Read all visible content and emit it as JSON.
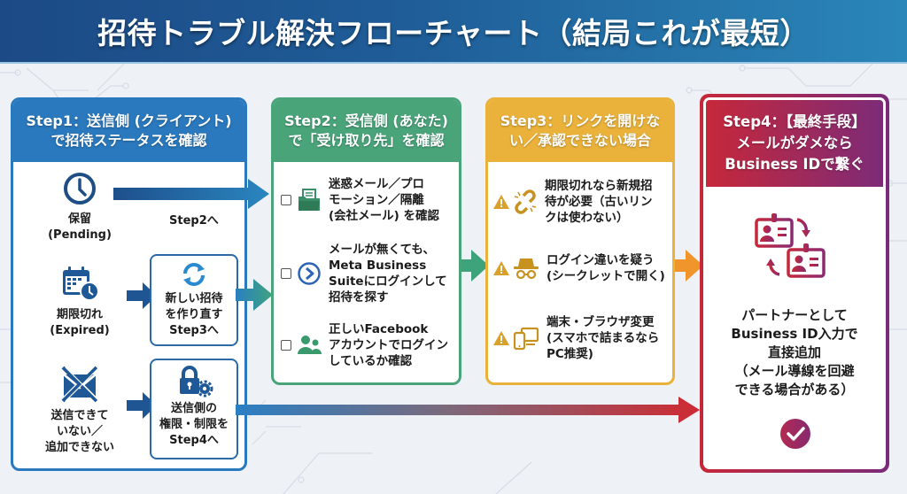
{
  "title": "招待トラブル解決フローチャート（結局これが最短）",
  "colors": {
    "step1": "#2a78bd",
    "step2": "#4aa47a",
    "step3": "#eab23a",
    "step4_start": "#c6283a",
    "step4_end": "#7a2a78"
  },
  "step1": {
    "header_line1": "Step1：送信側 (クライアント)",
    "header_line2": "で招待ステータスを確認",
    "pending": {
      "icon": "clock-icon",
      "label_line1": "保留",
      "label_line2": "(Pending)",
      "arrow_label": "Step2へ"
    },
    "expired": {
      "icon": "calendar-clock-icon",
      "label_line1": "期限切れ",
      "label_line2": "(Expired)",
      "action_icon": "refresh-icon",
      "action_line1": "新しい招待",
      "action_line2": "を作り直す",
      "action_line3": "Step3へ"
    },
    "not_sent": {
      "icon": "crossed-mail-icon",
      "label_line1": "送信できて",
      "label_line2": "いない／",
      "label_line3": "追加できない",
      "action_icon": "lock-gear-icon",
      "action_line1": "送信側の",
      "action_line2": "権限・制限を",
      "action_line3": "Step4へ"
    }
  },
  "step2": {
    "header_line1": "Step2：受信側 (あなた)",
    "header_line2": "で「受け取り先」を確認",
    "items": [
      {
        "icon": "folder-mail-icon",
        "lines": [
          "迷惑メール／プロ",
          "モーション／隔離",
          "(会社メール) を確認"
        ]
      },
      {
        "icon": "meta-business-suite-icon",
        "lines": [
          "メールが無くても、",
          "Meta Business",
          "Suiteにログインして",
          "招待を探す"
        ]
      },
      {
        "icon": "users-icon",
        "lines": [
          "正しいFacebook",
          "アカウントでログイン",
          "しているか確認"
        ]
      }
    ]
  },
  "step3": {
    "header_line1": "Step3：リンクを開けな",
    "header_line2": "い／承認できない場合",
    "items": [
      {
        "icon": "broken-link-icon",
        "lines": [
          "期限切れなら新規招",
          "待が必要（古いリン",
          "クは使わない）"
        ]
      },
      {
        "icon": "incognito-icon",
        "lines": [
          "ログイン違いを疑う",
          "(シークレットで開く)"
        ]
      },
      {
        "icon": "devices-icon",
        "lines": [
          "端末・ブラウザ変更",
          "(スマホで詰まるなら",
          "PC推奨)"
        ]
      }
    ]
  },
  "step4": {
    "header_line1": "Step4：【最終手段】",
    "header_line2": "メールがダメなら",
    "header_line3": "Business IDで繋ぐ",
    "icon": "id-card-swap-icon",
    "body_lines": [
      "パートナーとして",
      "Business ID入力で",
      "直接追加",
      "（メール導線を回避",
      "できる場合がある）"
    ],
    "check_icon": "check-circle-icon"
  }
}
